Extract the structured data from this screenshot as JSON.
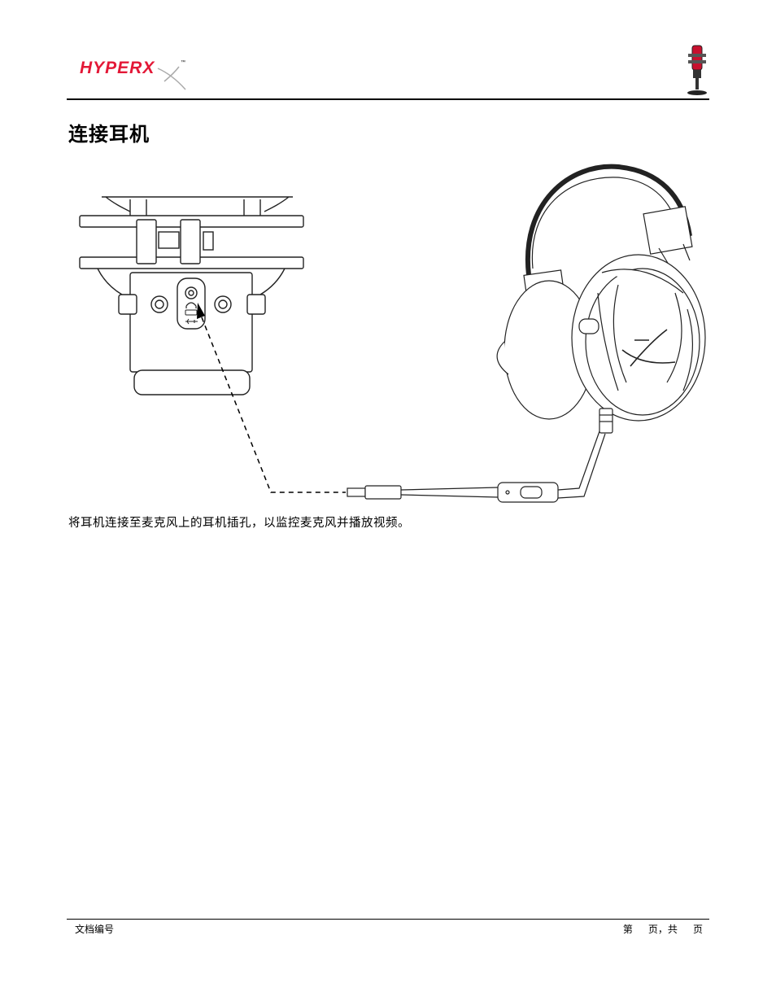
{
  "header": {
    "logo_text": "HYPERX",
    "trademark": "™",
    "brand_color": "#e31837"
  },
  "title": "连接耳机",
  "caption": "将耳机连接至麦克风上的耳机插孔，以监控麦克风并播放视频。",
  "footer": {
    "doc_number_label": "文档编号",
    "page_info": "第     页，共     页"
  },
  "icons": [
    "hyperx-logo",
    "microphone-thumbnail",
    "headphone-port-icon",
    "usb-port-icon"
  ]
}
